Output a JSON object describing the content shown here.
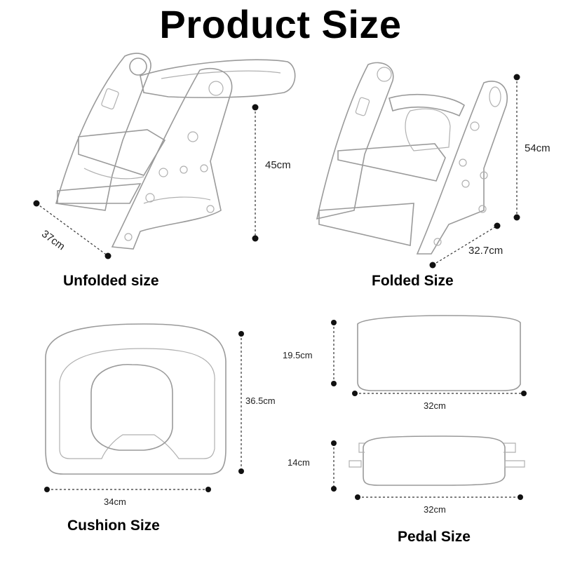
{
  "title": "Product Size",
  "unfolded": {
    "caption": "Unfolded size",
    "height": "45cm",
    "depth": "37cm"
  },
  "folded": {
    "caption": "Folded Size",
    "height": "54cm",
    "depth": "32.7cm"
  },
  "cushion": {
    "caption": "Cushion Size",
    "height": "36.5cm",
    "width": "34cm"
  },
  "pedal": {
    "caption": "Pedal Size",
    "top_height": "19.5cm",
    "top_width": "32cm",
    "bottom_height": "14cm",
    "bottom_width": "32cm"
  }
}
